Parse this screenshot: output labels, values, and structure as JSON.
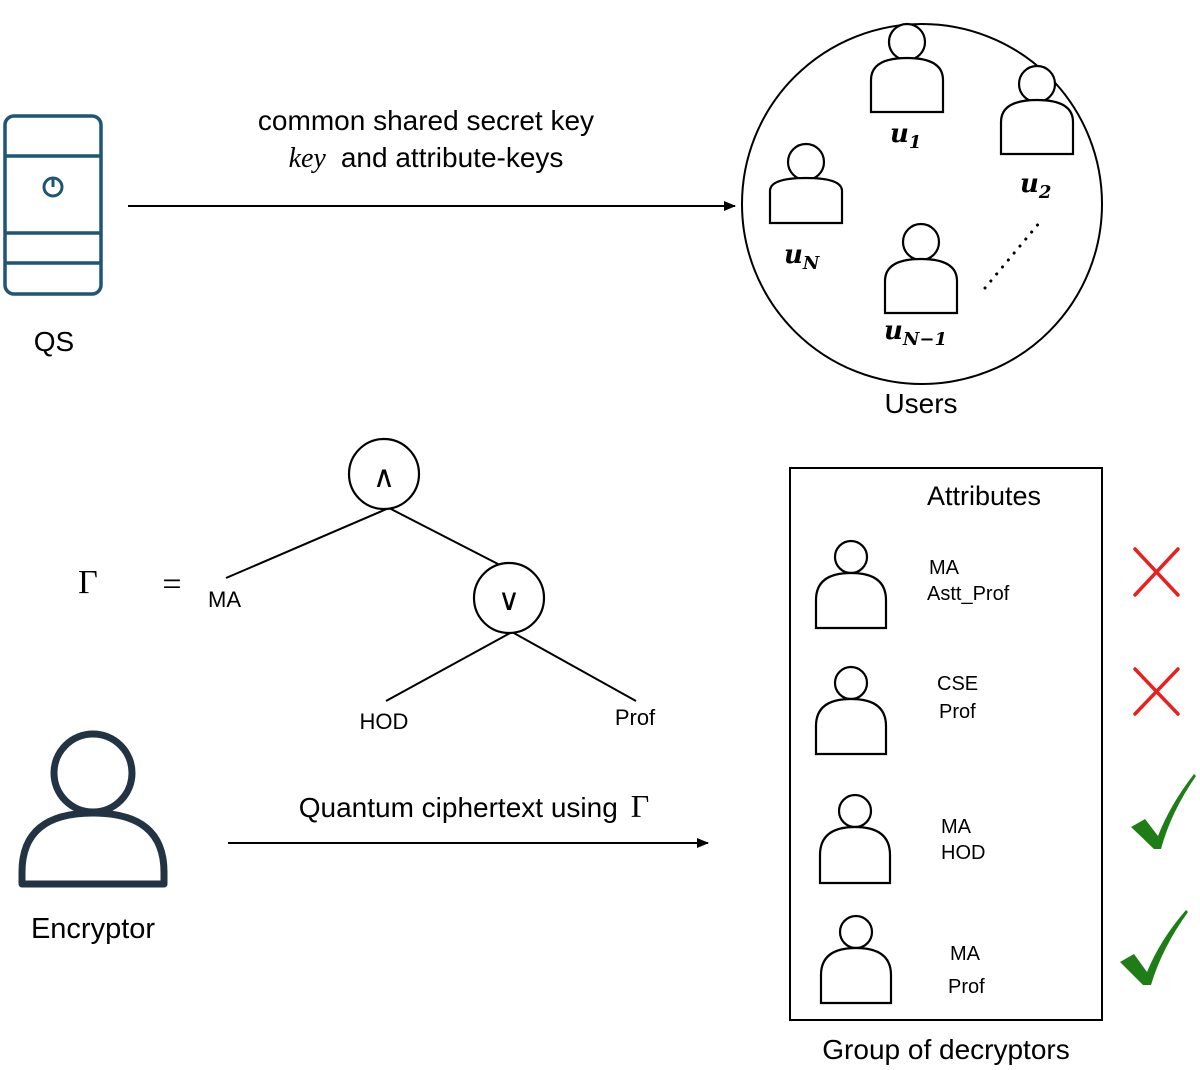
{
  "qs": {
    "label": "QS",
    "icon": "server-icon",
    "color": "#1f5575"
  },
  "key_arrow": {
    "line1": "common shared secret key",
    "line2_math": "key",
    "line2_text": "and attribute-keys"
  },
  "users": {
    "label": "Users",
    "members": [
      {
        "base": "u",
        "sub": "1"
      },
      {
        "base": "u",
        "sub": "2"
      },
      {
        "base": "u",
        "sub": "N−1"
      },
      {
        "base": "u",
        "sub": "N"
      }
    ]
  },
  "policy": {
    "symbol": "Γ",
    "equals": "=",
    "root_op": "∧",
    "inner_op": "∨",
    "leaves": {
      "left": "MA",
      "inner_left": "HOD",
      "inner_right": "Prof"
    }
  },
  "encryptor": {
    "label": "Encryptor",
    "icon": "user-icon",
    "color": "#223344"
  },
  "cipher_arrow": {
    "text": "Quantum ciphertext using",
    "math": "Γ"
  },
  "decryptors": {
    "header": "Attributes",
    "caption": "Group of decryptors",
    "rows": [
      {
        "attr1": "MA",
        "attr2": "Astt_Prof",
        "status": "denied"
      },
      {
        "attr1": "CSE",
        "attr2": "Prof",
        "status": "denied"
      },
      {
        "attr1": "MA",
        "attr2": "HOD",
        "status": "granted"
      },
      {
        "attr1": "MA",
        "attr2": "Prof",
        "status": "granted"
      }
    ]
  },
  "colors": {
    "cross": "#e8201f",
    "check": "#1e7d16"
  }
}
